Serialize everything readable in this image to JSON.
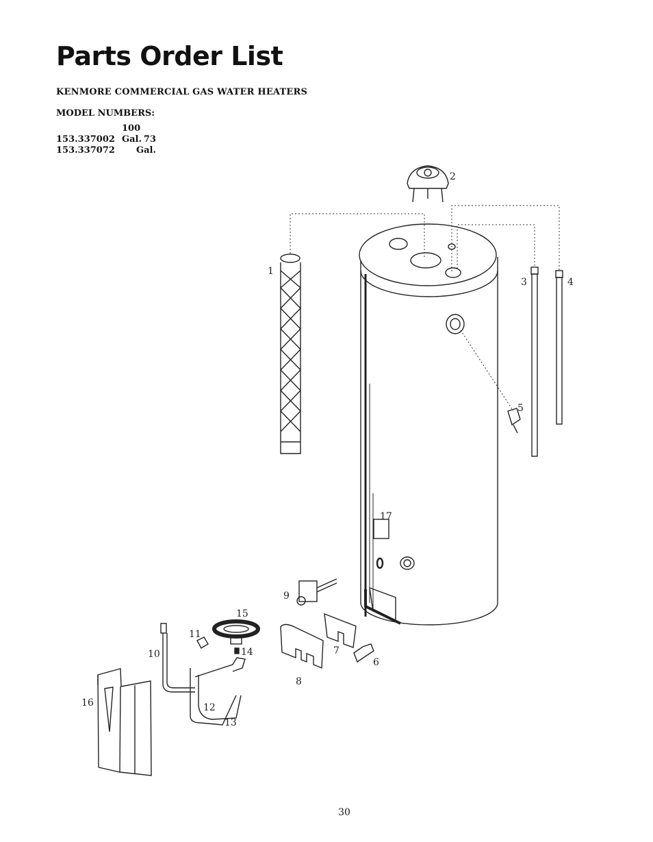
{
  "title": "Parts Order List",
  "subtitle": "KENMORE COMMERCIAL GAS WATER HEATERS",
  "models_label": "MODEL NUMBERS:",
  "models": [
    {
      "number": "153.337002",
      "capacity": "100 Gal."
    },
    {
      "number": "153.337072",
      "capacity": "73 Gal."
    }
  ],
  "callouts": [
    "1",
    "2",
    "3",
    "4",
    "5",
    "6",
    "7",
    "8",
    "9",
    "10",
    "11",
    "12",
    "13",
    "14",
    "15",
    "16",
    "17"
  ],
  "page_number": "30"
}
